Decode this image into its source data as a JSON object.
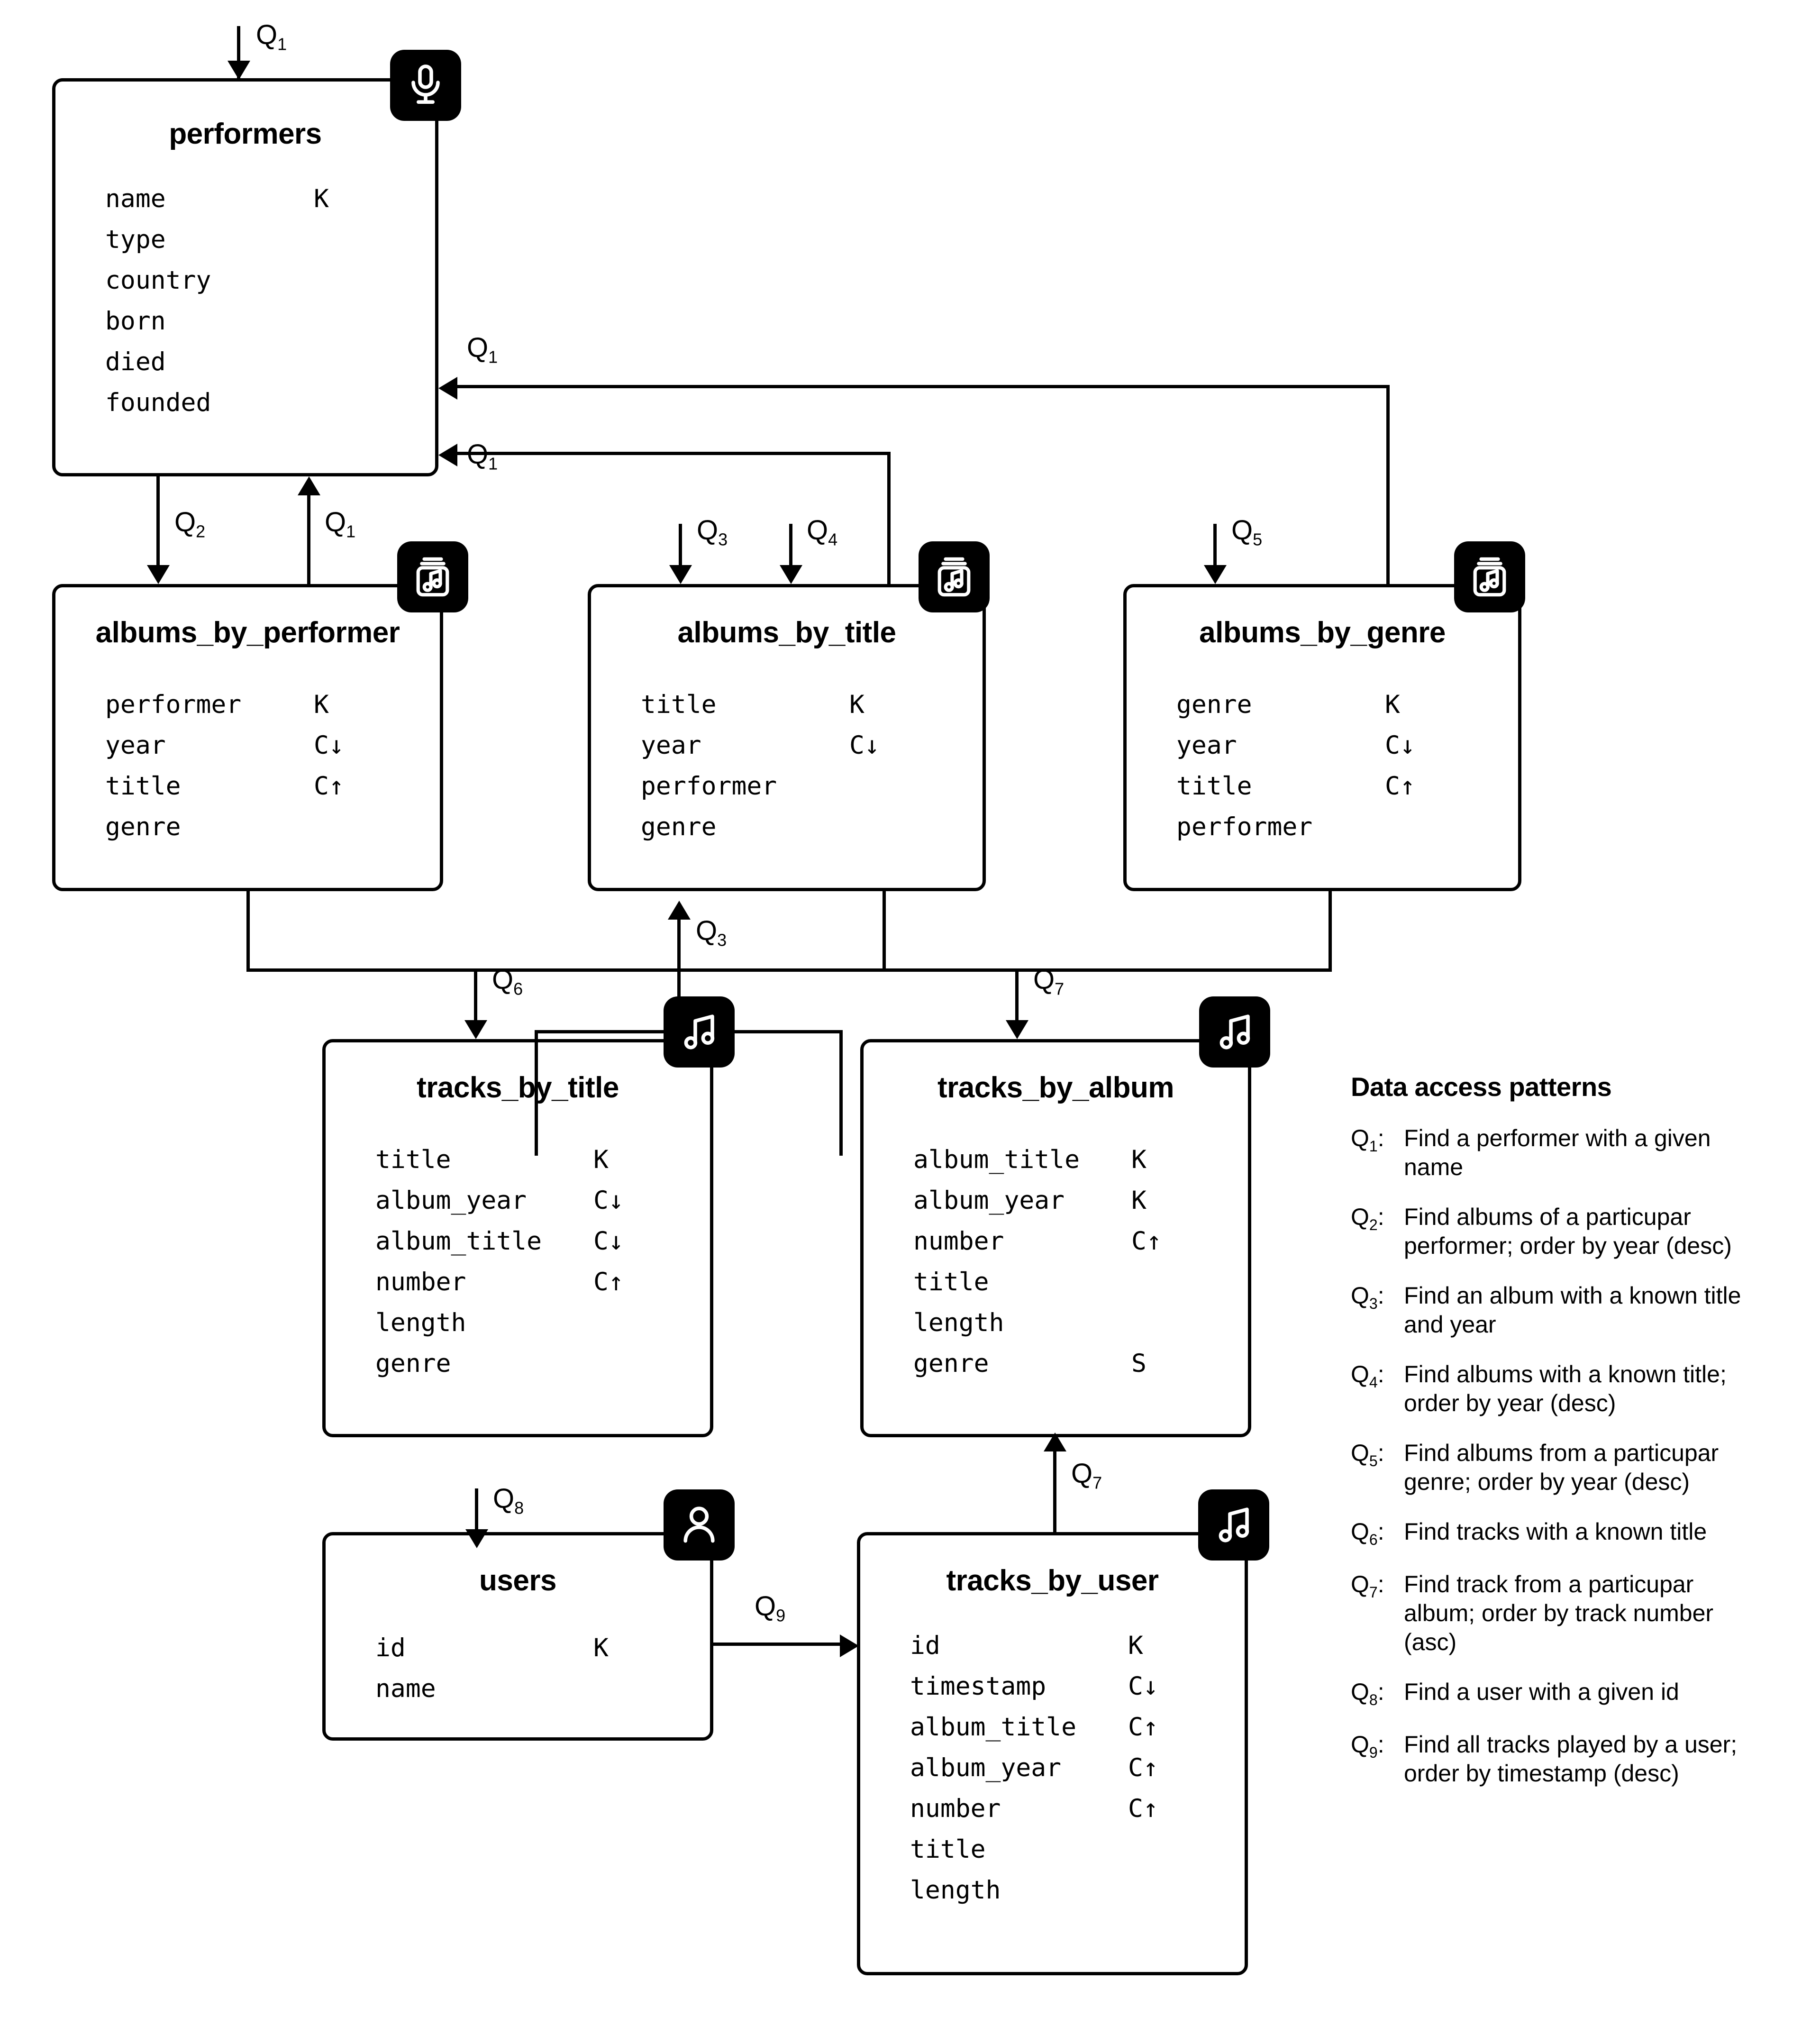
{
  "diagram": {
    "type": "database-schema",
    "tables": [
      {
        "name": "performers",
        "icon": "microphone-icon",
        "columns": [
          {
            "name": "name",
            "key": "K"
          },
          {
            "name": "type",
            "key": ""
          },
          {
            "name": "country",
            "key": ""
          },
          {
            "name": "born",
            "key": ""
          },
          {
            "name": "died",
            "key": ""
          },
          {
            "name": "founded",
            "key": ""
          }
        ]
      },
      {
        "name": "albums_by_performer",
        "icon": "album-music-icon",
        "columns": [
          {
            "name": "performer",
            "key": "K"
          },
          {
            "name": "year",
            "key": "C↓"
          },
          {
            "name": "title",
            "key": "C↑"
          },
          {
            "name": "genre",
            "key": ""
          }
        ]
      },
      {
        "name": "albums_by_title",
        "icon": "album-music-icon",
        "columns": [
          {
            "name": "title",
            "key": "K"
          },
          {
            "name": "year",
            "key": "C↓"
          },
          {
            "name": "performer",
            "key": ""
          },
          {
            "name": "genre",
            "key": ""
          }
        ]
      },
      {
        "name": "albums_by_genre",
        "icon": "album-music-icon",
        "columns": [
          {
            "name": "genre",
            "key": "K"
          },
          {
            "name": "year",
            "key": "C↓"
          },
          {
            "name": "title",
            "key": "C↑"
          },
          {
            "name": "performer",
            "key": ""
          }
        ]
      },
      {
        "name": "tracks_by_title",
        "icon": "music-note-icon",
        "columns": [
          {
            "name": "title",
            "key": "K"
          },
          {
            "name": "album_year",
            "key": "C↓"
          },
          {
            "name": "album_title",
            "key": "C↓"
          },
          {
            "name": "number",
            "key": "C↑"
          },
          {
            "name": "length",
            "key": ""
          },
          {
            "name": "genre",
            "key": ""
          }
        ]
      },
      {
        "name": "tracks_by_album",
        "icon": "music-note-icon",
        "columns": [
          {
            "name": "album_title",
            "key": "K"
          },
          {
            "name": "album_year",
            "key": "K"
          },
          {
            "name": "number",
            "key": "C↑"
          },
          {
            "name": "title",
            "key": ""
          },
          {
            "name": "length",
            "key": ""
          },
          {
            "name": "genre",
            "key": "S"
          }
        ]
      },
      {
        "name": "users",
        "icon": "user-icon",
        "columns": [
          {
            "name": "id",
            "key": "K"
          },
          {
            "name": "name",
            "key": ""
          }
        ]
      },
      {
        "name": "tracks_by_user",
        "icon": "music-note-icon",
        "columns": [
          {
            "name": "id",
            "key": "K"
          },
          {
            "name": "timestamp",
            "key": "C↓"
          },
          {
            "name": "album_title",
            "key": "C↑"
          },
          {
            "name": "album_year",
            "key": "C↑"
          },
          {
            "name": "number",
            "key": "C↑"
          },
          {
            "name": "title",
            "key": ""
          },
          {
            "name": "length",
            "key": ""
          }
        ]
      }
    ],
    "edge_labels": [
      {
        "id": "q1-top",
        "text": "Q",
        "sub": "1"
      },
      {
        "id": "q1-right-upper",
        "text": "Q",
        "sub": "1"
      },
      {
        "id": "q1-right-lower",
        "text": "Q",
        "sub": "1"
      },
      {
        "id": "q2",
        "text": "Q",
        "sub": "2"
      },
      {
        "id": "q1-up",
        "text": "Q",
        "sub": "1"
      },
      {
        "id": "q3-top",
        "text": "Q",
        "sub": "3"
      },
      {
        "id": "q4",
        "text": "Q",
        "sub": "4"
      },
      {
        "id": "q5",
        "text": "Q",
        "sub": "5"
      },
      {
        "id": "q3-up",
        "text": "Q",
        "sub": "3"
      },
      {
        "id": "q6",
        "text": "Q",
        "sub": "6"
      },
      {
        "id": "q7-down",
        "text": "Q",
        "sub": "7"
      },
      {
        "id": "q8",
        "text": "Q",
        "sub": "8"
      },
      {
        "id": "q7-up",
        "text": "Q",
        "sub": "7"
      },
      {
        "id": "q9",
        "text": "Q",
        "sub": "9"
      }
    ]
  },
  "legend": {
    "title": "Data access patterns",
    "items": [
      {
        "q": "Q",
        "sub": "1",
        "text": "Find a performer with a given name"
      },
      {
        "q": "Q",
        "sub": "2",
        "text": "Find albums of a particupar performer; order by year (desc)"
      },
      {
        "q": "Q",
        "sub": "3",
        "text": "Find an album with a known title and year"
      },
      {
        "q": "Q",
        "sub": "4",
        "text": "Find albums with a known title; order by year (desc)"
      },
      {
        "q": "Q",
        "sub": "5",
        "text": "Find albums from a particupar genre; order by year (desc)"
      },
      {
        "q": "Q",
        "sub": "6",
        "text": "Find tracks with a known title"
      },
      {
        "q": "Q",
        "sub": "7",
        "text": "Find track from a particupar album; order by track number (asc)"
      },
      {
        "q": "Q",
        "sub": "8",
        "text": "Find a user with a given id"
      },
      {
        "q": "Q",
        "sub": "9",
        "text": "Find all tracks played by a user; order by timestamp (desc)"
      }
    ]
  },
  "colors": {
    "stroke": "#000000",
    "background": "#ffffff",
    "badge": "#000000",
    "badge_glyph": "#ffffff"
  }
}
